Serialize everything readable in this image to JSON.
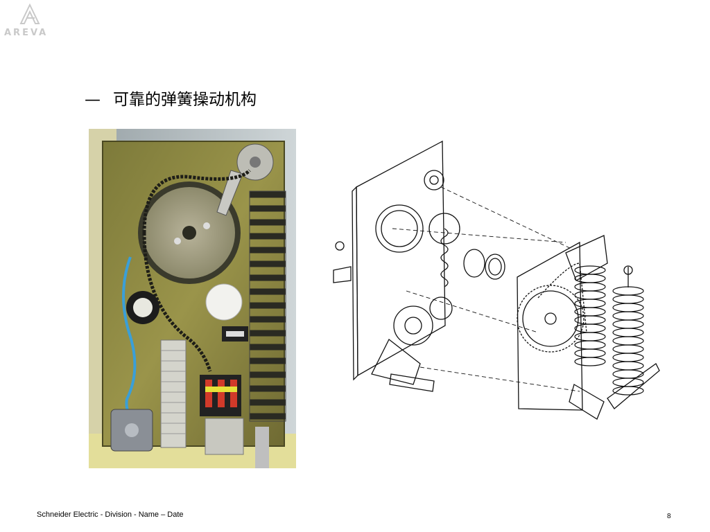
{
  "slide": {
    "logo_text": "AREVA",
    "title_dash": "—",
    "title": "可靠的弹簧操动机构",
    "footer": "Schneider Electric - Division - Name – Date",
    "page_number": "8"
  }
}
